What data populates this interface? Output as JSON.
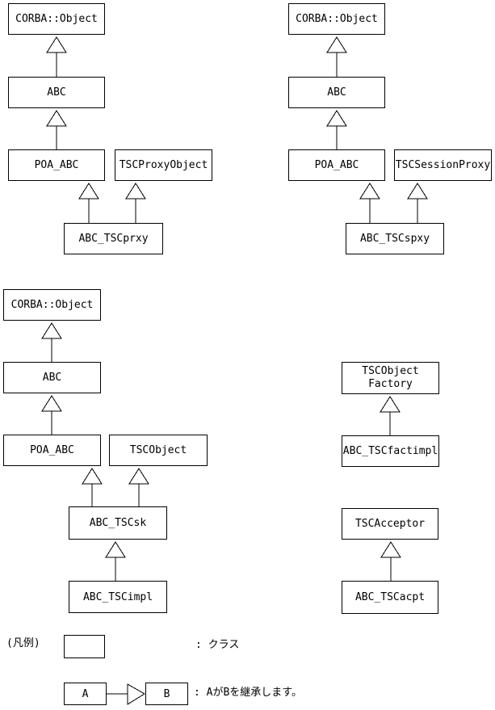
{
  "hierarchies": {
    "prxy": {
      "corba": "CORBA::Object",
      "abc": "ABC",
      "poa": "POA_ABC",
      "proxy": "TSCProxyObject",
      "child": "ABC_TSCprxy"
    },
    "spxy": {
      "corba": "CORBA::Object",
      "abc": "ABC",
      "poa": "POA_ABC",
      "proxy": "TSCSessionProxy",
      "child": "ABC_TSCspxy"
    },
    "sk": {
      "corba": "CORBA::Object",
      "abc": "ABC",
      "poa": "POA_ABC",
      "object": "TSCObject",
      "child": "ABC_TSCsk",
      "impl": "ABC_TSCimpl"
    },
    "factory": {
      "parent_line1": "TSCObject",
      "parent_line2": "Factory",
      "child": "ABC_TSCfactimpl"
    },
    "acceptor": {
      "parent": "TSCAcceptor",
      "child": "ABC_TSCacpt"
    }
  },
  "legend": {
    "heading": "(凡例)",
    "class_note": ": クラス",
    "a_label": "A",
    "b_label": "B",
    "inherit_note": ": AがBを継承します。"
  },
  "colors": {
    "line": "#000000",
    "background": "#ffffff",
    "text": "#000000"
  }
}
